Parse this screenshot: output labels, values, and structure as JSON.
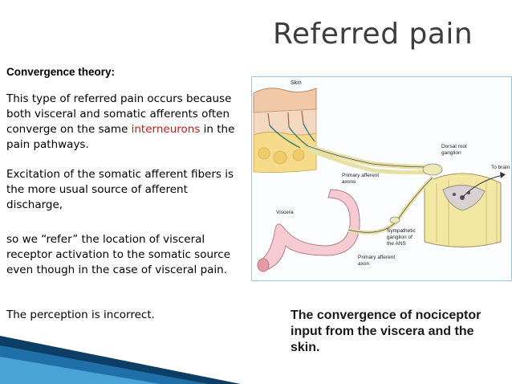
{
  "slide": {
    "title": "Referred pain",
    "subheading": "Convergence theory:",
    "para1_before": "This type of referred pain occurs because both visceral and somatic afferents often converge on the same ",
    "para1_highlight": "interneurons",
    "para1_after": " in the pain pathways.",
    "para2": " Excitation of the somatic afferent fibers is the more  usual source of afferent discharge,",
    "para3": "so we “refer” the location of visceral receptor activation to the somatic source even though in the case of visceral pain.",
    "para4": "The perception is incorrect.",
    "caption": "The convergence of nociceptor input from the viscera and the skin.",
    "highlight_color": "#b5201a"
  },
  "figure": {
    "labels": {
      "skin": "Skin",
      "dorsal_root_1": "Dorsal root",
      "dorsal_root_2": "ganglion",
      "to_brain": "To brain",
      "primary_afferent_axons_1": "Primary afferent",
      "primary_afferent_axons_2": "axons",
      "viscera": "Viscera",
      "sympathetic_1": "Sympathetic",
      "sympathetic_2": "ganglion of",
      "sympathetic_3": "the ANS",
      "primary_afferent_axon_1": "Primary afferent",
      "primary_afferent_axon_2": "axon"
    }
  }
}
